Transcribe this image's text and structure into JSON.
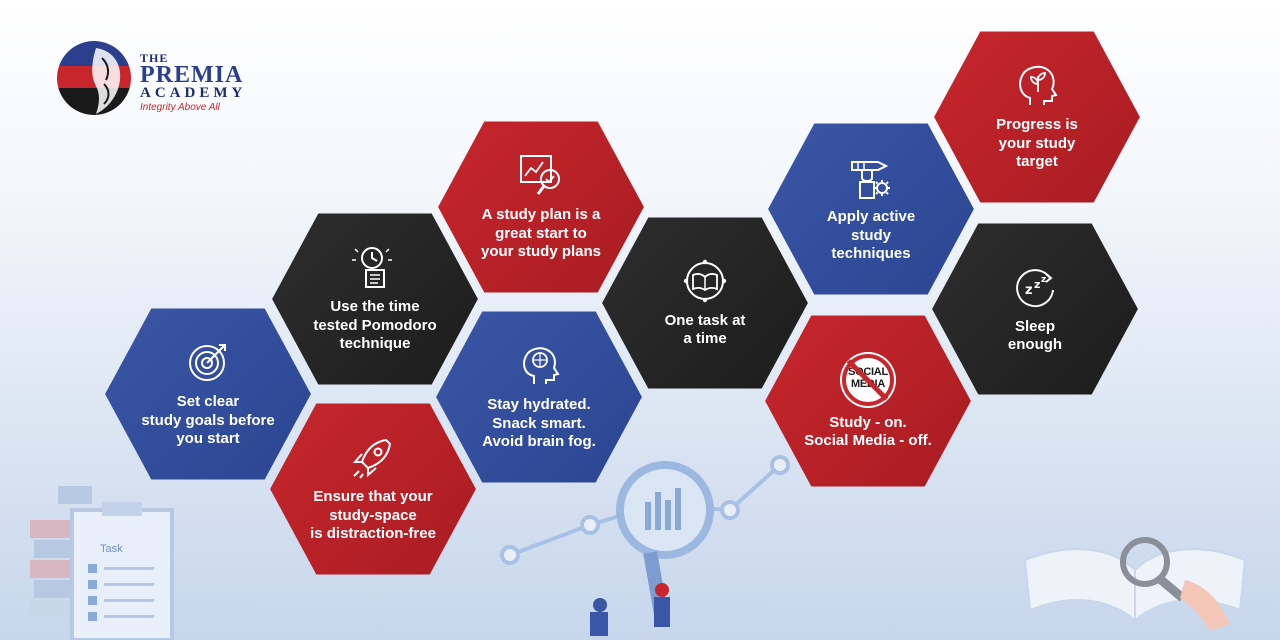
{
  "brand": {
    "line1": "THE",
    "line2": "PREMIA",
    "line3": "ACADEMY",
    "tagline": "Integrity Above All"
  },
  "tiles": [
    {
      "id": "goals",
      "label": "Set clear\nstudy goals before\nyou start",
      "icon": "target-icon",
      "color": "blue"
    },
    {
      "id": "pomodoro",
      "label": "Use the time\ntested Pomodoro\ntechnique",
      "icon": "clock-icon",
      "color": "black"
    },
    {
      "id": "plan",
      "label": "A study plan is a\ngreat start to\nyour study plans",
      "icon": "chart-magnifier-icon",
      "color": "red"
    },
    {
      "id": "space",
      "label": "Ensure that your\nstudy-space\nis distraction-free",
      "icon": "rocket-icon",
      "color": "red"
    },
    {
      "id": "hydrated",
      "label": "Stay hydrated.\nSnack smart.\nAvoid brain fog.",
      "icon": "brain-head-icon",
      "color": "blue"
    },
    {
      "id": "onetask",
      "label": "One task at\na time",
      "icon": "book-icon",
      "color": "black"
    },
    {
      "id": "active",
      "label": "Apply active\nstudy\ntechniques",
      "icon": "hand-pencil-gear-icon",
      "color": "blue"
    },
    {
      "id": "progress",
      "label": "Progress is\nyour study\ntarget",
      "icon": "growth-head-icon",
      "color": "red"
    },
    {
      "id": "sleep",
      "label": "Sleep\nenough",
      "icon": "sleep-icon",
      "color": "black"
    },
    {
      "id": "social",
      "label": "Study - on.\nSocial Media - off.",
      "icon": "no-social-media-icon",
      "color": "red"
    }
  ],
  "no_social_badge": "SOCIAL\nMEDIA",
  "clipboard_title": "Task",
  "colors": {
    "red": "#c8262d",
    "blue": "#3a56a6",
    "black": "#2a2a2a"
  }
}
